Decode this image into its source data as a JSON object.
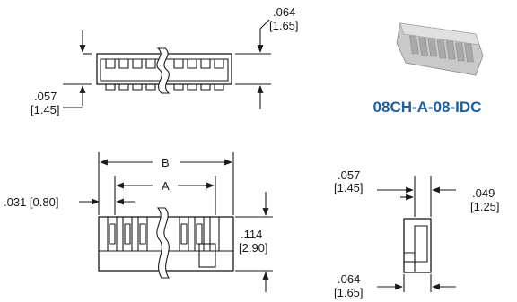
{
  "part_number": "08CH-A-08-IDC",
  "colors": {
    "title": "#1f5fa3",
    "ink": "#1a1a1a",
    "body": "#c9c9c9"
  },
  "top_view": {
    "height_in": ".064",
    "height_mm": "[1.65]",
    "bottom_in": ".057",
    "bottom_mm": "[1.45]"
  },
  "front_view": {
    "dim_b": "B",
    "dim_a": "A",
    "offset": ".031 [0.80]",
    "height_in": ".114",
    "height_mm": "[2.90]"
  },
  "side_view": {
    "top_in": ".057",
    "top_mm": "[1.45]",
    "right_in": ".049",
    "right_mm": "[1.25]",
    "bottom_in": ".064",
    "bottom_mm": "[1.65]"
  },
  "photo_icon": "connector-photo"
}
